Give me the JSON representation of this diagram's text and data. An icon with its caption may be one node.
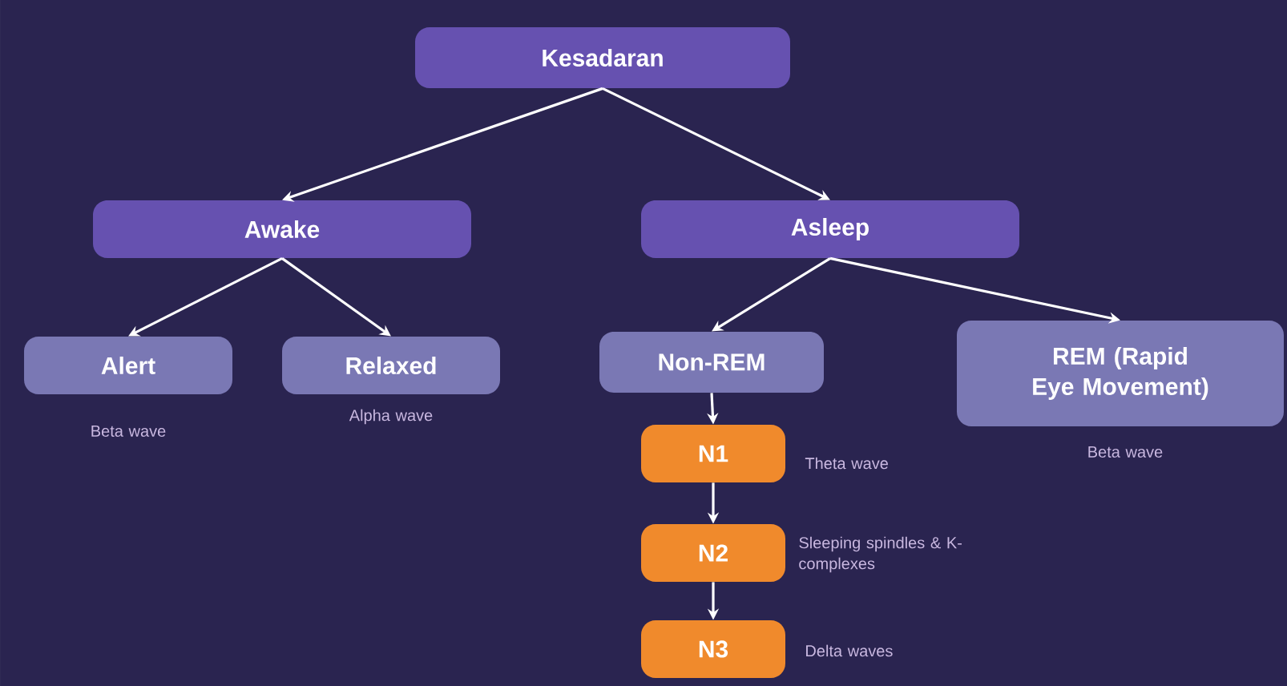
{
  "diagram": {
    "nodes": [
      {
        "text": [
          "Kesadaran"
        ]
      },
      {
        "text": [
          "Awake"
        ]
      },
      {
        "text": [
          "Asleep"
        ]
      },
      {
        "text": [
          "Alert"
        ],
        "beside": [
          "Beta wave"
        ]
      },
      {
        "text": [
          "Relaxed"
        ],
        "beside": [
          "Alpha wave"
        ]
      },
      {
        "text": [
          "Non-REM"
        ]
      },
      {
        "text": [
          "REM (Rapid Eye Movement)"
        ],
        "beside": [
          "Beta wave"
        ]
      },
      {
        "text": [
          "N1"
        ],
        "beside": [
          "Theta wave"
        ]
      },
      {
        "text": [
          "N2"
        ],
        "beside": [
          "Sleeping spindles & K-complexes"
        ]
      },
      {
        "text": [
          "N3"
        ],
        "beside": [
          "Delta waves"
        ]
      }
    ],
    "edges": [
      {
        "from": 0,
        "to": 1,
        "arrow": "to"
      },
      {
        "from": 0,
        "to": 2,
        "arrow": "to"
      },
      {
        "from": 1,
        "to": 3,
        "arrow": "to"
      },
      {
        "from": 1,
        "to": 4,
        "arrow": "to"
      },
      {
        "from": 2,
        "to": 5,
        "arrow": "to"
      },
      {
        "from": 2,
        "to": 6,
        "arrow": "to"
      },
      {
        "from": 5,
        "to": 7,
        "arrow": "to"
      },
      {
        "from": 7,
        "to": 8,
        "arrow": "to"
      },
      {
        "from": 8,
        "to": 9,
        "arrow": "to"
      }
    ]
  }
}
